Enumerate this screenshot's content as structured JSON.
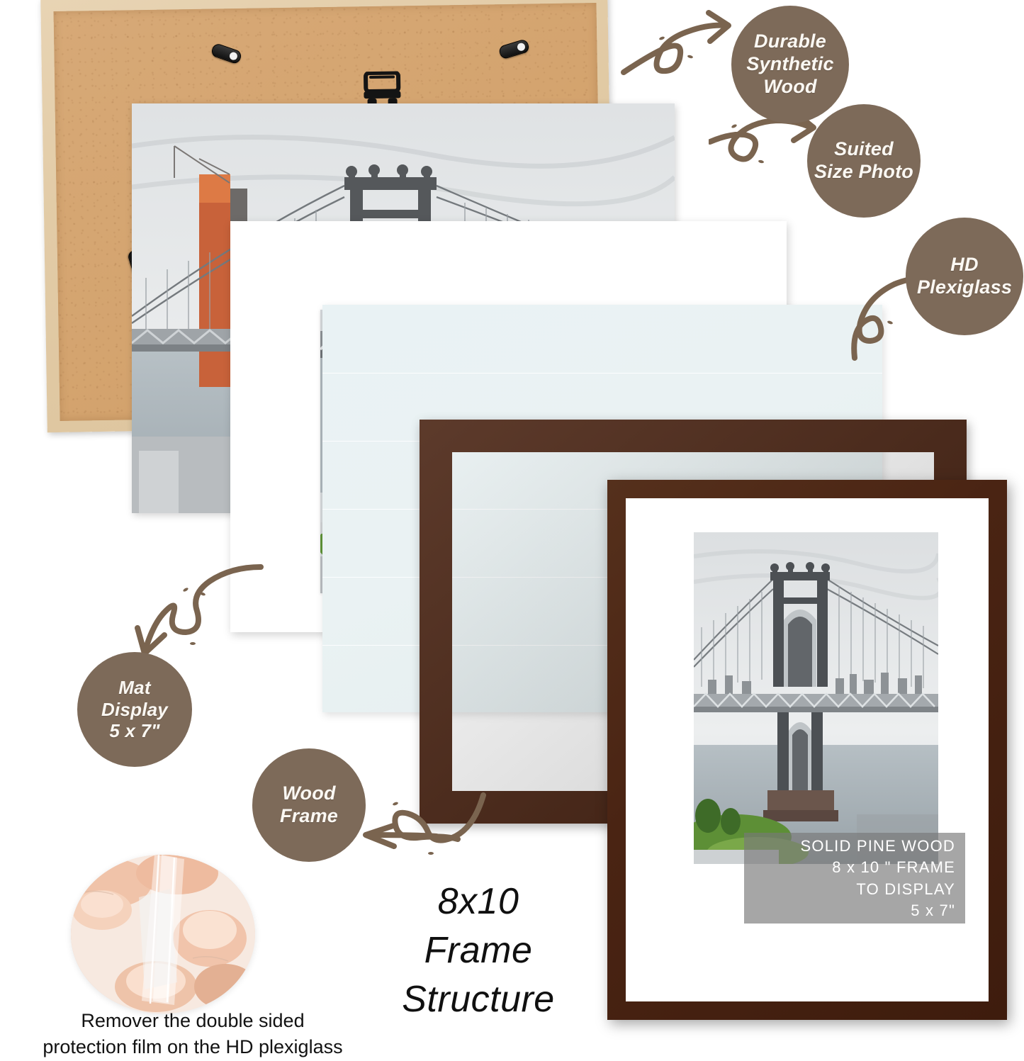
{
  "headline": {
    "line1": "8x10",
    "line2": "Frame",
    "line3": "Structure"
  },
  "badges": [
    {
      "id": "durable-synthetic-wood",
      "lines": [
        "Durable",
        "Synthetic",
        "Wood"
      ]
    },
    {
      "id": "suited-size-photo",
      "lines": [
        "Suited",
        "Size Photo"
      ]
    },
    {
      "id": "hd-plexiglass",
      "lines": [
        "HD",
        "Plexiglass"
      ]
    },
    {
      "id": "mat-display",
      "lines": [
        "Mat",
        "Display",
        "5 x 7\""
      ]
    },
    {
      "id": "wood-frame",
      "lines": [
        "Wood",
        "Frame"
      ]
    }
  ],
  "film_note": {
    "line1": "Remover the double sided",
    "line2": "protection film on the HD plexiglass"
  },
  "watermark": {
    "line1": "SOLID PINE WOOD",
    "line2": "8 x 10 \" FRAME",
    "line3": "TO DISPLAY",
    "line4": "5 x 7\""
  },
  "colors": {
    "badge_brown": "#7d6a59",
    "arrow_brown": "#7a644f",
    "frame_brown": "#4a2413",
    "pine_wood": "#e8d4b4",
    "backing_board": "#d4a46f",
    "plexiglass_tint": "#e9f2f4",
    "mat_white": "#ffffff",
    "watermark_overlay": "rgba(120,120,120,.66)",
    "text_black": "#101010"
  },
  "layers": [
    {
      "name": "backing-board",
      "label": "Durable Synthetic Wood"
    },
    {
      "name": "photo-print-large",
      "label": "Suited Size Photo"
    },
    {
      "name": "mat-board",
      "label": "Mat Display 5 x 7\""
    },
    {
      "name": "plexiglass-sheet",
      "label": "HD Plexiglass"
    },
    {
      "name": "wood-frame-moulding",
      "label": "Wood Frame"
    },
    {
      "name": "assembled-frame",
      "label": "8x10 Frame Structure"
    }
  ]
}
